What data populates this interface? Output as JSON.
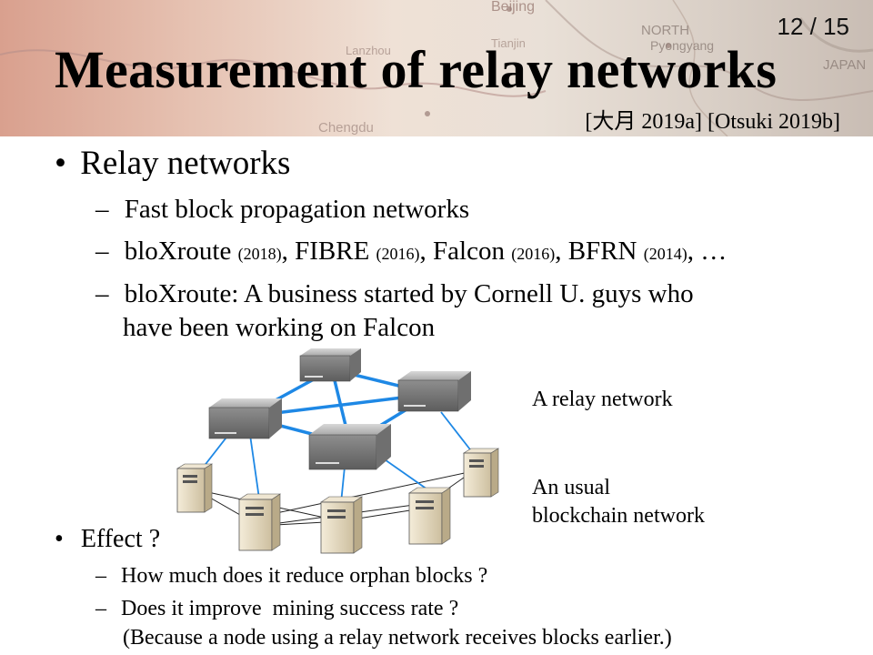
{
  "slide_number": "12 / 15",
  "title": "Measurement of relay networks",
  "citation": "[大月 2019a] [Otsuki 2019b]",
  "bullets": [
    {
      "text": "Relay networks",
      "subs": [
        "Fast block propagation networks",
        "bloXroute: A business started by Cornell U. guys who",
        "have been working on Falcon"
      ],
      "systems": [
        {
          "name": "bloXroute",
          "year": "(2018)"
        },
        {
          "name": "FIBRE",
          "year": "(2016)"
        },
        {
          "name": "Falcon",
          "year": "(2016)"
        },
        {
          "name": "BFRN",
          "year": "(2014)"
        }
      ],
      "sep": ",",
      "ellipsis": ", …"
    },
    {
      "text": "Effect ?",
      "subs": [
        "How much does it reduce orphan blocks ?",
        "Does it improve  mining success rate ?",
        "(Because a node using a relay network receives blocks earlier.)"
      ]
    }
  ],
  "diagram": {
    "relay_label": "A relay network",
    "usual_label_line1": "An usual",
    "usual_label_line2": "blockchain network"
  },
  "header_map_words": [
    "Beijing",
    "NORTH",
    "Pyongyang",
    "JAPAN",
    "Tianjin",
    "Chengdu",
    "Lanzhou"
  ],
  "colors": {
    "relay_link": "#1e88e5",
    "usual_link": "#222222",
    "server_body": "#8a8a8a",
    "pc_body": "#e8ddc8"
  }
}
